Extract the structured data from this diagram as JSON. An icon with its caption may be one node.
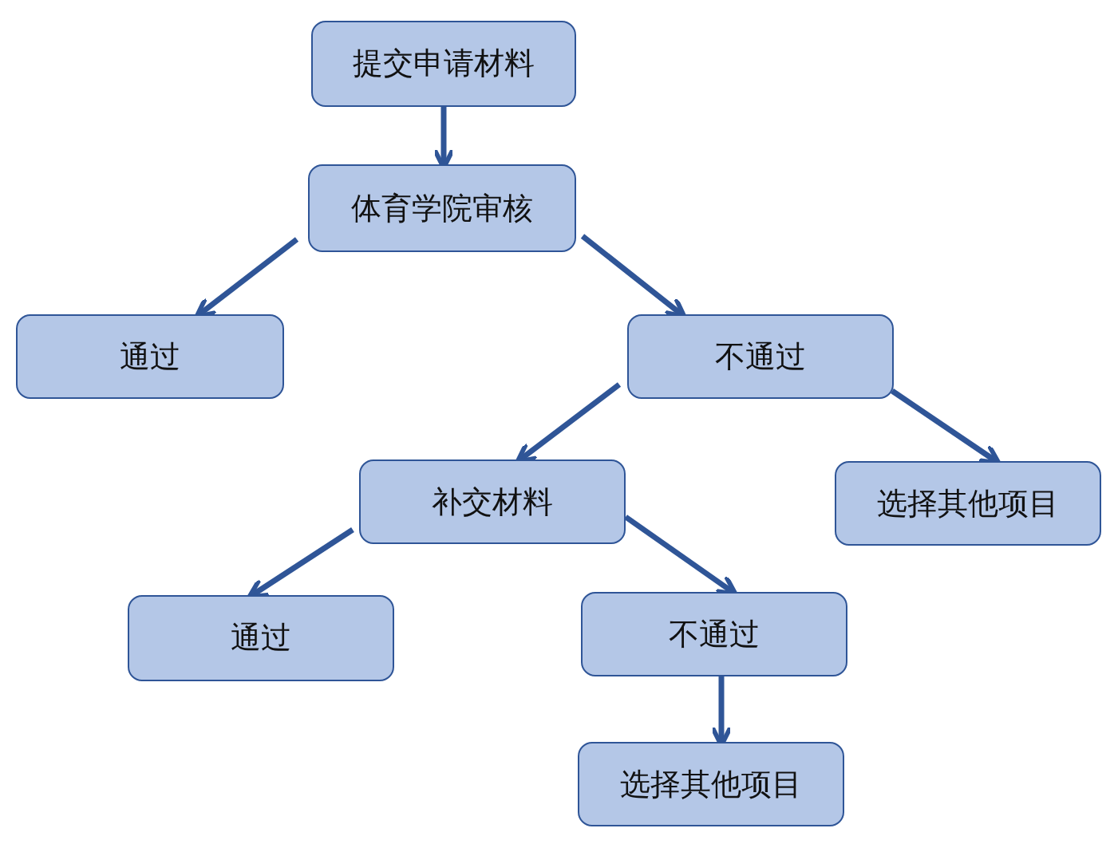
{
  "diagram": {
    "nodes": [
      {
        "text": [
          "提交申请材料"
        ]
      },
      {
        "text": [
          "体育学院审核"
        ]
      },
      {
        "text": [
          "通过"
        ]
      },
      {
        "text": [
          "不通过"
        ]
      },
      {
        "text": [
          "补交材料"
        ]
      },
      {
        "text": [
          "选择其他项目"
        ]
      },
      {
        "text": [
          "通过"
        ]
      },
      {
        "text": [
          "不通过"
        ]
      },
      {
        "text": [
          "选择其他项目"
        ]
      }
    ],
    "edges": [
      {
        "from": 0,
        "to": 1,
        "arrow": "to"
      },
      {
        "from": 1,
        "to": 2,
        "arrow": "to"
      },
      {
        "from": 1,
        "to": 3,
        "arrow": "to"
      },
      {
        "from": 3,
        "to": 4,
        "arrow": "to"
      },
      {
        "from": 3,
        "to": 5,
        "arrow": "to"
      },
      {
        "from": 4,
        "to": 6,
        "arrow": "to"
      },
      {
        "from": 4,
        "to": 7,
        "arrow": "to"
      },
      {
        "from": 7,
        "to": 8,
        "arrow": "to"
      }
    ]
  }
}
